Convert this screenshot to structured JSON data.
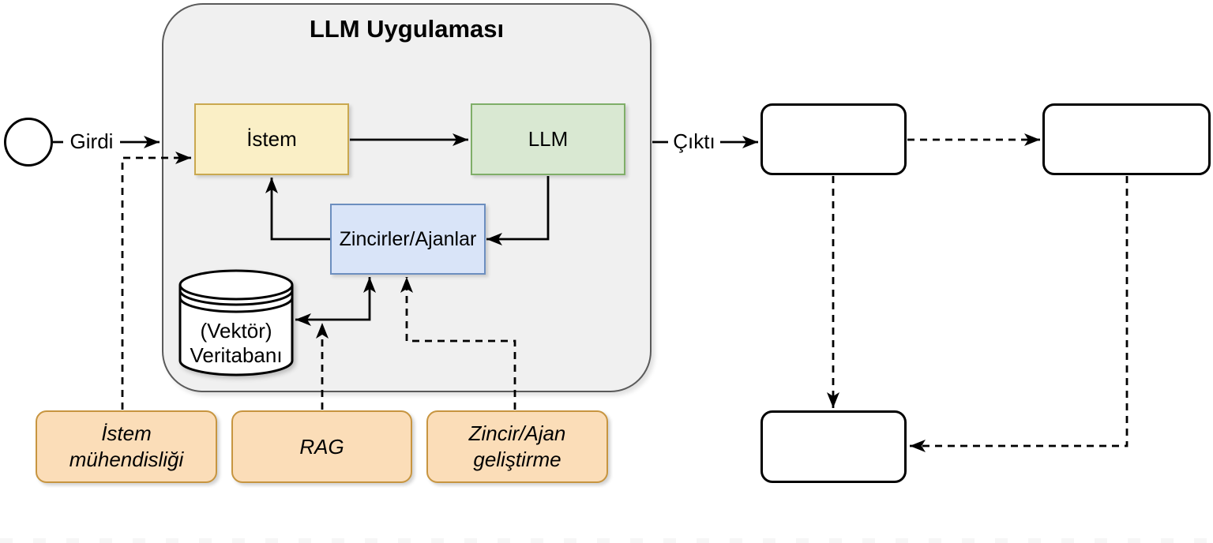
{
  "diagram": {
    "title": "LLM Uygulaması",
    "input_label": "Girdi",
    "output_label": "Çıktı",
    "nodes": {
      "prompt": "İstem",
      "llm": "LLM",
      "chains_agents": "Zincirler/Ajanlar",
      "vector_db": "(Vektör)\nVeritabanı"
    },
    "techniques": [
      {
        "label": "İstem\nmühendisliği"
      },
      {
        "label": "RAG"
      },
      {
        "label": "Zincir/Ajan\ngeliştirme"
      }
    ],
    "output_boxes": [
      {
        "label": ""
      },
      {
        "label": ""
      },
      {
        "label": ""
      }
    ],
    "colors": {
      "app_container_fill": "#F0F0F0",
      "app_container_border": "#5A5A5A",
      "prompt_fill": "#FAEFC6",
      "prompt_border": "#C9A84F",
      "llm_fill": "#D9E8D2",
      "llm_border": "#7FAE68",
      "chains_fill": "#D9E4F8",
      "chains_border": "#6C8EBF",
      "technique_fill": "#FBDDB8",
      "technique_border": "#C79540",
      "connector": "#000000"
    }
  }
}
